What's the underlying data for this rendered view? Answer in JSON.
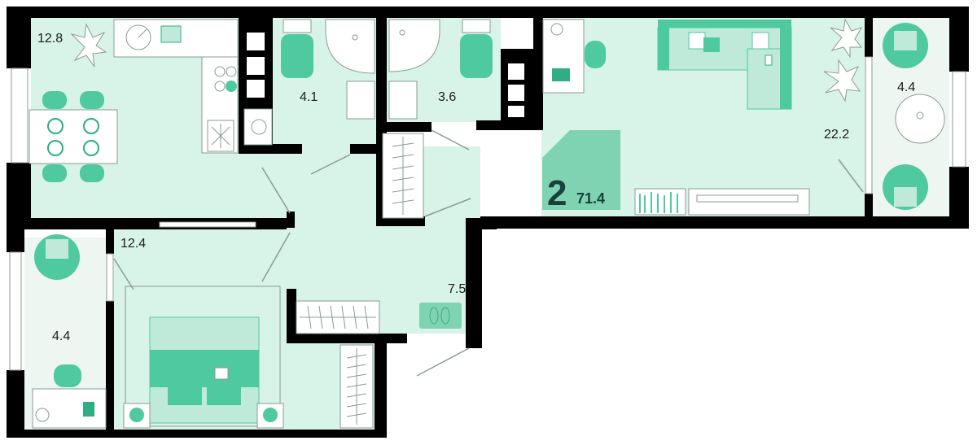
{
  "colors": {
    "wall": "#000000",
    "floor": "#d8f3e7",
    "balcony": "#eef6f2",
    "furniture": "#4fcaa0",
    "furniture_dark": "#2fae83",
    "furniture_light": "#bfe9d8",
    "line": "#8a9b93",
    "badge": "#7fd3b2",
    "badge_text": "#16423a",
    "label_text": "#1c1c1c"
  },
  "rooms": {
    "kitchen": {
      "area": "12.8"
    },
    "bathroom": {
      "area": "4.1"
    },
    "toilet": {
      "area": "3.6"
    },
    "living_room": {
      "area": "22.2"
    },
    "balcony_right": {
      "area": "4.4"
    },
    "bedroom": {
      "area": "12.4"
    },
    "balcony_left": {
      "area": "4.4"
    },
    "hallway": {
      "area": "7.5"
    }
  },
  "summary": {
    "rooms_count": "2",
    "total_area": "71.4"
  }
}
